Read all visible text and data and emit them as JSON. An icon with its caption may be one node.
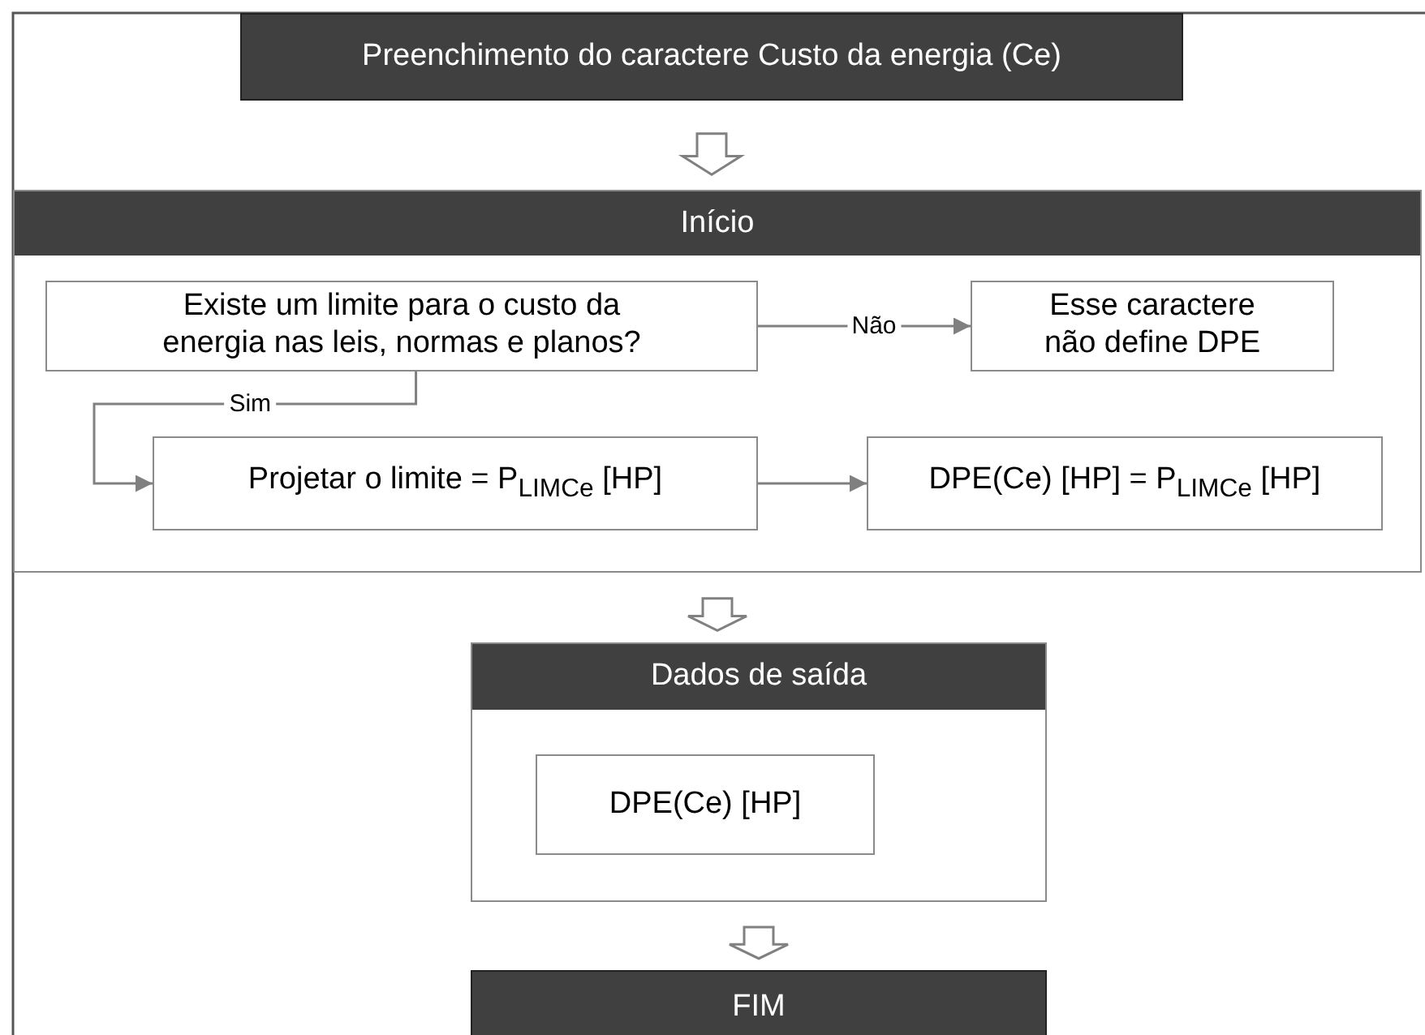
{
  "diagram": {
    "nodes": [
      {
        "text": [
          "Preenchimento do caractere Custo da energia (Ce)"
        ]
      },
      {
        "text": [
          "Início"
        ]
      },
      {
        "text": [
          "Existe um limite para o custo da energia nas leis, normas e planos?"
        ],
        "in": 1
      },
      {
        "text": [
          "Esse caractere não define DPE"
        ],
        "in": 1
      },
      {
        "text": [
          "Projetar o limite = P$_{LIMCe}$ [HP]"
        ],
        "in": 1
      },
      {
        "text": [
          "DPE(Ce) [HP] = P$_{LIMCe}$ [HP]"
        ],
        "in": 1
      },
      {
        "text": [
          "Dados de saída"
        ]
      },
      {
        "text": [
          "DPE(Ce) [HP]"
        ],
        "in": 6
      },
      {
        "text": [
          "FIM"
        ]
      }
    ],
    "edges": [
      {
        "from": 0,
        "to": 1,
        "arrow": "to",
        "style": "thick"
      },
      {
        "from": 2,
        "to": 3,
        "arrow": "to",
        "label": "Não"
      },
      {
        "from": 2,
        "to": 4,
        "arrow": "to",
        "label": "Sim"
      },
      {
        "from": 4,
        "to": 5,
        "arrow": "to"
      },
      {
        "from": 1,
        "to": 6,
        "arrow": "to",
        "style": "thick"
      },
      {
        "from": 6,
        "to": 8,
        "arrow": "to",
        "style": "thick"
      }
    ]
  }
}
